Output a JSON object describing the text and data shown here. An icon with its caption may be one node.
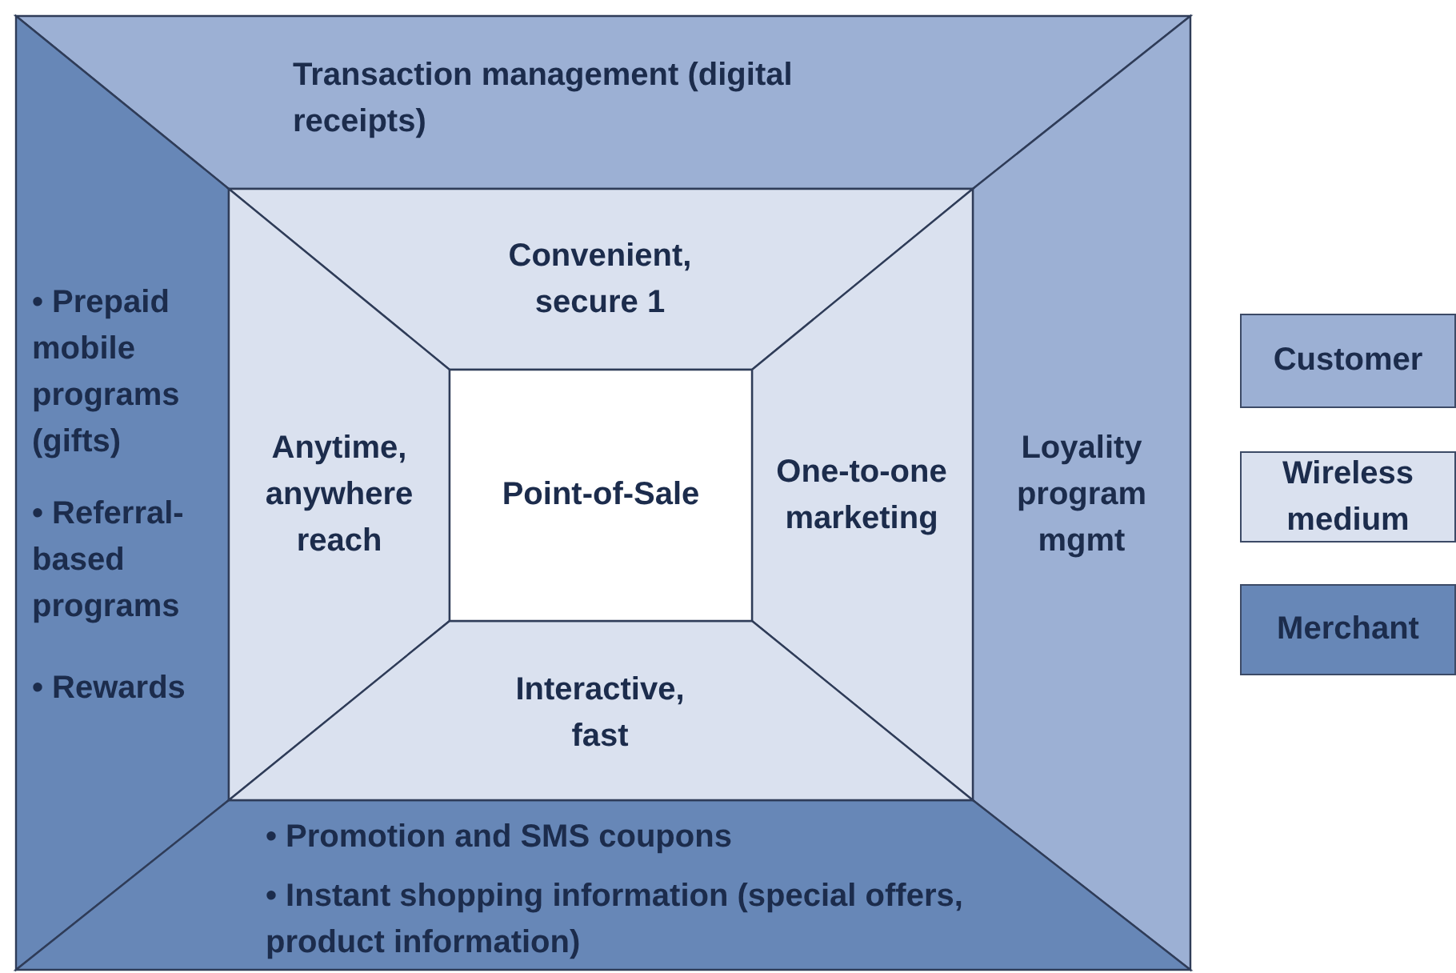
{
  "diagram": {
    "nodes": [
      {
        "text": [
          "Transaction management (digital receipts)"
        ]
      },
      {
        "text": [
          "• Prepaid mobile programs (gifts)",
          "• Referral-based programs",
          "• Rewards"
        ]
      },
      {
        "text": [
          "Loyality program mgmt"
        ]
      },
      {
        "text": [
          "• Promotion and SMS coupons",
          "• Instant shopping information (special offers, product information)"
        ]
      },
      {
        "text": [
          "Convenient, secure 1"
        ]
      },
      {
        "text": [
          "Anytime, anywhere reach"
        ]
      },
      {
        "text": [
          "One-to-one marketing"
        ]
      },
      {
        "text": [
          "Interactive, fast"
        ]
      },
      {
        "text": [
          "Point-of-Sale"
        ]
      }
    ],
    "legend": [
      {
        "text": "Customer",
        "color": "#9cb0d4"
      },
      {
        "text": "Wireless medium",
        "color": "#dae1ef"
      },
      {
        "text": "Merchant",
        "color": "#6787b7"
      }
    ]
  }
}
